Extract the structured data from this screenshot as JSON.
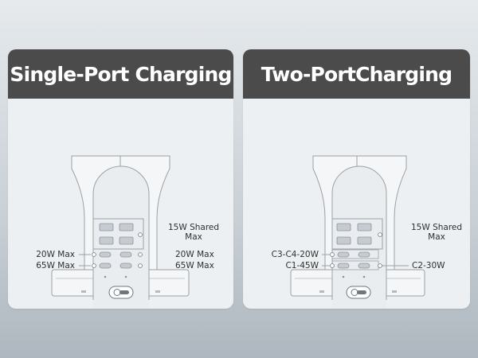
{
  "panels": [
    {
      "title": "Single-Port Charging",
      "labels": {
        "usb_a": [
          "15W Shared",
          "Max"
        ],
        "left_1": "20W Max",
        "left_2": "65W Max",
        "right_1": "20W Max",
        "right_2": "65W Max"
      }
    },
    {
      "title": "Two-PortCharging",
      "labels": {
        "usb_a": [
          "15W Shared",
          "Max"
        ],
        "left_1": "C3-C4-20W",
        "left_2": "C1-45W",
        "right_2": "C2-30W"
      }
    }
  ],
  "colors": {
    "header_bg": "#4b4b4b",
    "card_bg": "#edf0f2",
    "device_stroke": "#9aa1a7",
    "marker": "#ffffff"
  }
}
